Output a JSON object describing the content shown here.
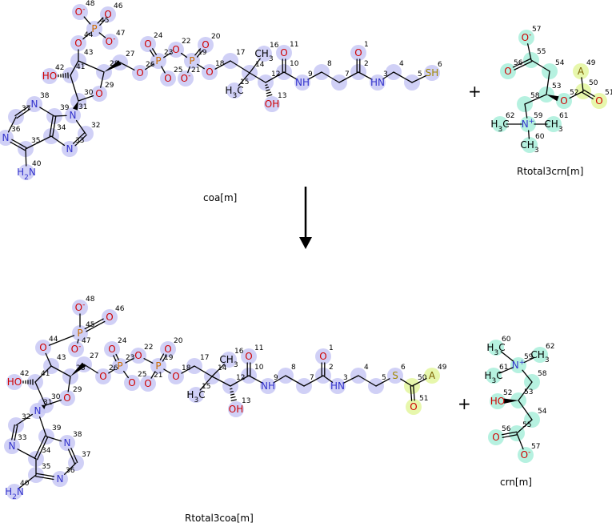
{
  "title": "",
  "compounds": {
    "coa": "coa[m]",
    "rtotal3crn": "Rtotal3crn[m]",
    "rtotal3coa": "Rtotal3coa[m]",
    "crn": "crn[m]"
  },
  "operators": {
    "plus": "+"
  },
  "atoms": {
    "sh": "SH",
    "s": "S",
    "nh": "NH",
    "hn": "HN",
    "oh": "OH",
    "ho": "HO",
    "h2n": "H2N",
    "h3c": "H3C",
    "ch3": "CH3",
    "o": "O",
    "p": "P",
    "n": "N",
    "a": "A",
    "o_minus": "O-",
    "n_plus": "N+"
  },
  "atom_indices": [
    "1",
    "2",
    "3",
    "4",
    "5",
    "6",
    "7",
    "8",
    "9",
    "10",
    "11",
    "12",
    "13",
    "14",
    "15",
    "16",
    "17",
    "18",
    "19",
    "20",
    "21",
    "22",
    "23",
    "24",
    "25",
    "26",
    "27",
    "28",
    "29",
    "30",
    "31",
    "32",
    "33",
    "34",
    "35",
    "36",
    "37",
    "38",
    "39",
    "40",
    "41",
    "42",
    "43",
    "44",
    "45",
    "46",
    "47",
    "48",
    "49",
    "50",
    "51",
    "52",
    "53",
    "54",
    "55",
    "56",
    "57",
    "58",
    "59",
    "60",
    "61",
    "62"
  ],
  "colors": {
    "coa_highlight": "#c8c8f5",
    "carnitine_highlight": "#aef0dd",
    "acyl_highlight": "#e6f7a8",
    "oxygen": "#d00000",
    "nitrogen": "#3333cc",
    "phosphorus": "#cc6a00",
    "sulfur": "#a08800"
  }
}
